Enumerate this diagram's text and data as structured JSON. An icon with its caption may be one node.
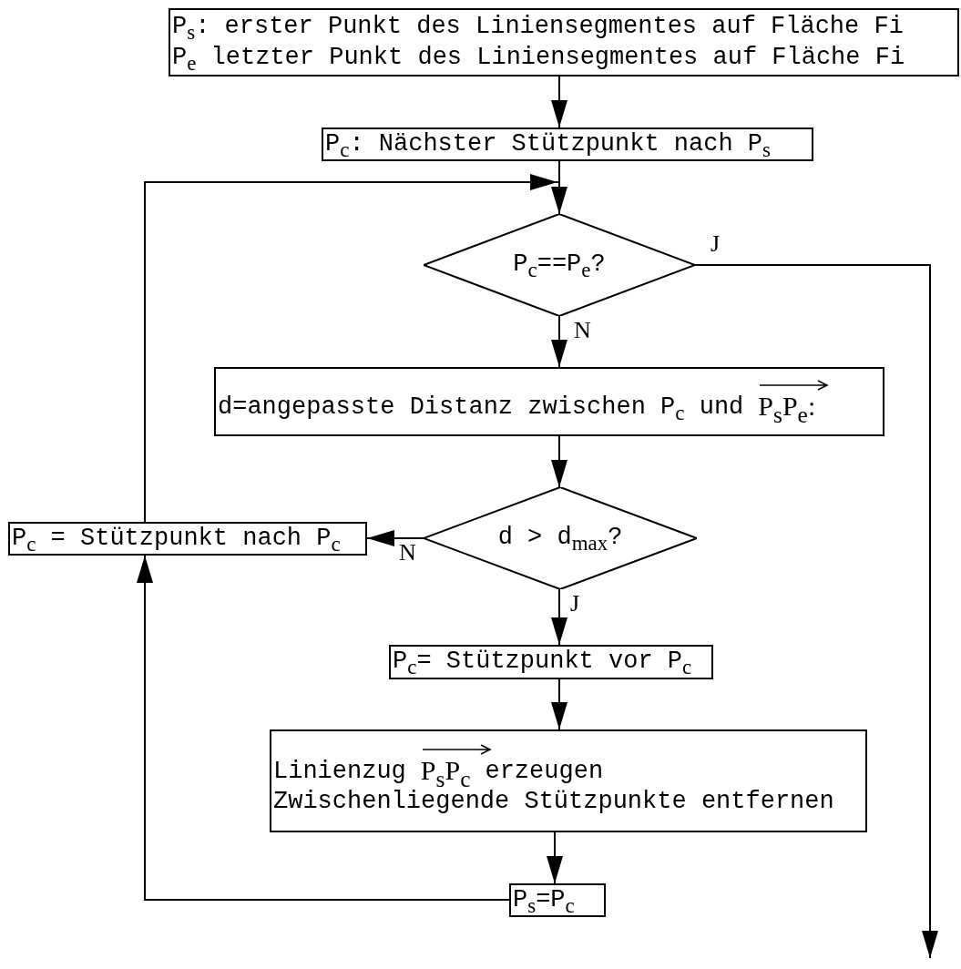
{
  "diagram": {
    "nodes": [
      {
        "text": [
          "P$_{s}$: erster Punkt des Liniensegmentes auf Fläche Fi",
          "P$_{e}$ letzter Punkt des Liniensegmentes auf Fläche Fi"
        ]
      },
      {
        "text": [
          "P$_{c}$: Nächster Stützpunkt nach P$_{s}$"
        ]
      },
      {
        "text": [
          "P$_{c}$==P$_{e}$?"
        ]
      },
      {
        "text": [
          "d=angepasste Distanz zwischen P$_{c}$ und",
          "P$_{s}$P$_{e}$:"
        ]
      },
      {
        "text": [
          "d > d$_{max}$?"
        ]
      },
      {
        "text": [
          "P$_{c}$ = Stützpunkt nach P$_{c}$"
        ]
      },
      {
        "text": [
          "P$_{c}$= Stützpunkt vor P$_{c}$"
        ]
      },
      {
        "text": [
          "Linienzug",
          "P$_{s}$P$_{c}$",
          "erzeugen",
          "Zwischenliegende Stützpunkte entfernen"
        ]
      },
      {
        "text": [
          "P$_{s}$=P$_{c}$"
        ]
      }
    ],
    "edges": [
      {
        "from": 0,
        "to": 1,
        "arrow": "to"
      },
      {
        "from": 1,
        "to": 2,
        "arrow": "to"
      },
      {
        "from": 5,
        "to": 2,
        "arrow": "to"
      },
      {
        "from": 2,
        "to": 3,
        "arrow": "to",
        "label": "N"
      },
      {
        "from": 2,
        "to": null,
        "arrow": "to",
        "label": "J"
      },
      {
        "from": 3,
        "to": 4,
        "arrow": "to"
      },
      {
        "from": 4,
        "to": 5,
        "arrow": "to",
        "label": "N"
      },
      {
        "from": 4,
        "to": 6,
        "arrow": "to",
        "label": "J"
      },
      {
        "from": 6,
        "to": 7,
        "arrow": "to"
      },
      {
        "from": 7,
        "to": 8,
        "arrow": "to"
      },
      {
        "from": 8,
        "to": 5,
        "arrow": "to"
      }
    ]
  }
}
